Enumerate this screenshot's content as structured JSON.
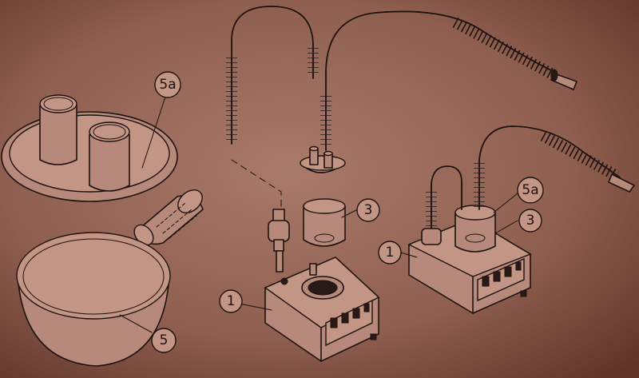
{
  "illustration": {
    "type": "assembly-diagram",
    "background_color": "#7a4a3c",
    "ink_color": "#1c1210"
  },
  "callouts": [
    {
      "id": "bath-tray",
      "label": "5a"
    },
    {
      "id": "bath-bowl",
      "label": "5"
    },
    {
      "id": "base-unit-left",
      "label": "1"
    },
    {
      "id": "cup-left",
      "label": "3"
    },
    {
      "id": "tray-right",
      "label": "5a"
    },
    {
      "id": "cup-right",
      "label": "3"
    },
    {
      "id": "base-unit-right",
      "label": "1"
    }
  ]
}
